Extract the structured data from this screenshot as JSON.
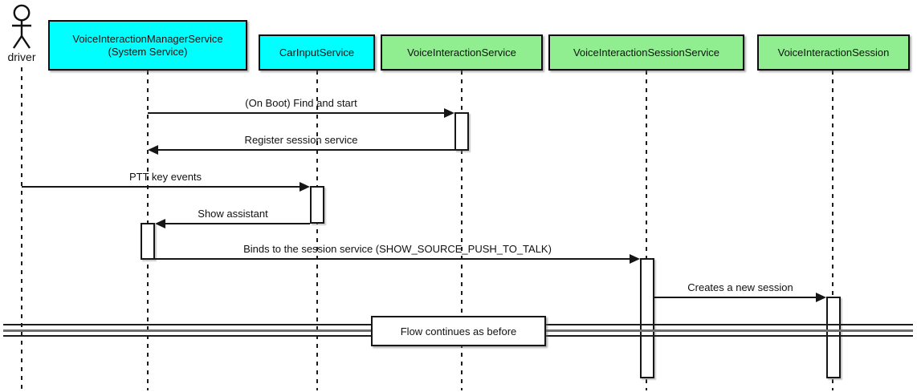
{
  "actor": {
    "label": "driver"
  },
  "participants": [
    {
      "label": "VoiceInteractionManagerService",
      "sublabel": "(System Service)",
      "fill": "#00FFFF"
    },
    {
      "label": "CarInputService",
      "fill": "#00FFFF"
    },
    {
      "label": "VoiceInteractionService",
      "fill": "#90EE90"
    },
    {
      "label": "VoiceInteractionSessionService",
      "fill": "#90EE90"
    },
    {
      "label": "VoiceInteractionSession",
      "fill": "#90EE90"
    }
  ],
  "messages": [
    {
      "label": "(On Boot) Find and start",
      "from": "VoiceInteractionManagerService",
      "to": "VoiceInteractionService",
      "direction": "right"
    },
    {
      "label": "Register session service",
      "from": "VoiceInteractionService",
      "to": "VoiceInteractionManagerService",
      "direction": "left"
    },
    {
      "label": "PTT key events",
      "from": "driver",
      "to": "CarInputService",
      "direction": "right"
    },
    {
      "label": "Show assistant",
      "from": "CarInputService",
      "to": "VoiceInteractionManagerService",
      "direction": "left"
    },
    {
      "label": "Binds to the session service (SHOW_SOURCE_PUSH_TO_TALK)",
      "from": "VoiceInteractionManagerService",
      "to": "VoiceInteractionSessionService",
      "direction": "right"
    },
    {
      "label": "Creates a new session",
      "from": "VoiceInteractionSessionService",
      "to": "VoiceInteractionSession",
      "direction": "right"
    }
  ],
  "divider": {
    "label": "Flow continues as before"
  },
  "colors": {
    "participant_cyan": "#00FFFF",
    "participant_green": "#90EE90",
    "line": "#161616",
    "background": "#FFFFFF"
  }
}
